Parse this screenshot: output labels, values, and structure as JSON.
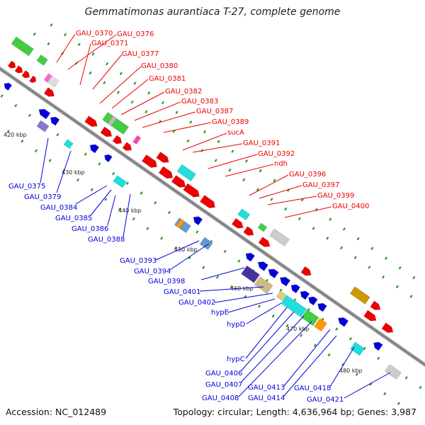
{
  "title": "Gemmatimonas aurantiaca T-27, complete genome",
  "footer": {
    "accession": "Accession: NC_012489",
    "topology": "Topology: circular; Length: 4,636,964 bp; Genes: 3,987"
  },
  "colors": {
    "forward": "#ee0000",
    "reverse": "#0000dd",
    "backbone": "#888888",
    "ticks": "#229922"
  },
  "scale": [
    "420 kbp",
    "430 kbp",
    "440 kbp",
    "450 kbp",
    "460 kbp",
    "470 kbp",
    "480 kbp"
  ],
  "top_labels": [
    "GAU_0370",
    "GAU_0376",
    "GAU_0371",
    "GAU_0377",
    "GAU_0380",
    "GAU_0381",
    "GAU_0382",
    "GAU_0383",
    "GAU_0387",
    "GAU_0389",
    "sucA",
    "GAU_0391",
    "GAU_0392",
    "ndh",
    "GAU_0396",
    "GAU_0397",
    "GAU_0399",
    "GAU_0400"
  ],
  "bottom_labels": [
    "GAU_0375",
    "GAU_0379",
    "GAU_0384",
    "GAU_0385",
    "GAU_0386",
    "GAU_0388",
    "GAU_0393",
    "GAU_0394",
    "GAU_0398",
    "GAU_0401",
    "GAU_0402",
    "hypE",
    "hypD",
    "hypC",
    "GAU_0406",
    "GAU_0407",
    "GAU_0408",
    "GAU_0413",
    "GAU_0414",
    "GAU_0418",
    "GAU_0421"
  ]
}
